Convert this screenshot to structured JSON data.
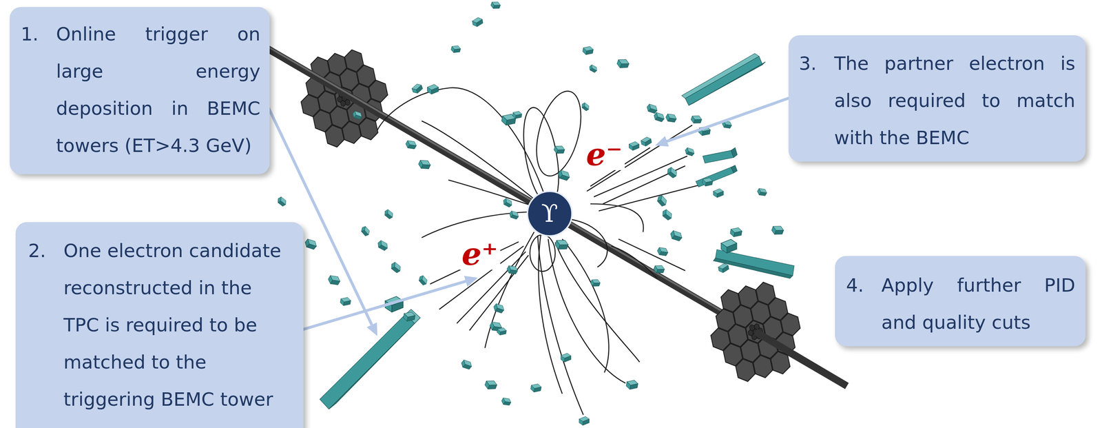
{
  "diagram": {
    "nodes": [
      {
        "text": [
          "1.",
          "Online trigger on large energy deposition in BEMC towers (ET>4.3 GeV)"
        ]
      },
      {
        "text": [
          "2.",
          "One electron candidate reconstructed in the TPC is required to be matched to the triggering BEMC tower"
        ]
      },
      {
        "text": [
          "3.",
          "The partner electron is also required to match with the BEMC"
        ]
      },
      {
        "text": [
          "4.",
          "Apply further PID and quality cuts"
        ]
      },
      {
        "text": [
          "ϒ"
        ]
      }
    ],
    "labels": [
      "e⁻",
      "e⁺"
    ]
  }
}
